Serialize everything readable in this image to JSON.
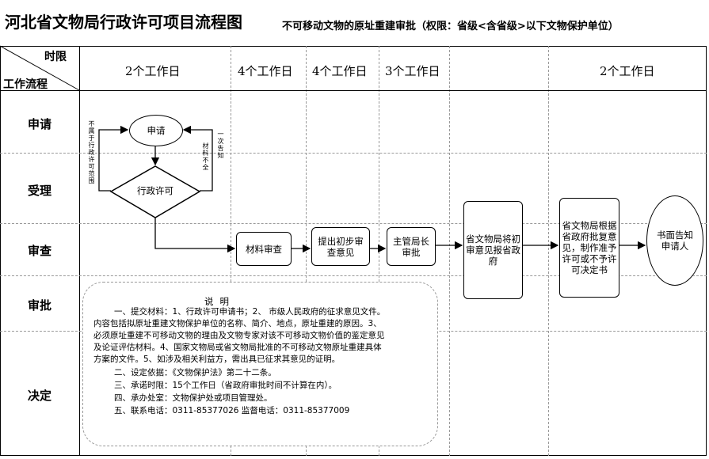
{
  "title": "河北省文物局行政许可项目流程图",
  "subtitle": "不可移动文物的原址重建审批（权限：省级<含省级>以下文物保护单位）",
  "header": {
    "time_label": "时限",
    "flow_label": "工作流程"
  },
  "periods": [
    "2个工作日",
    "4个工作日",
    "4个工作日",
    "3个工作日",
    "2个工作日"
  ],
  "rows": [
    "申请",
    "受理",
    "审查",
    "审批",
    "决定"
  ],
  "nodes": {
    "apply": "申请",
    "admin_permit": "行政许可",
    "material_review": "材料审查",
    "initial_opinion": "提出初步审查意见",
    "chief_approval": "主管局长审批",
    "provincial_report": "省文物局将初审意见报省政府",
    "decision": "省文物局根据省政府批复意见，制作准予许可或不予许可决定书",
    "notify": "书面告知申请人"
  },
  "side_notes": {
    "left": "不属于行政许可范围",
    "right_a": "一次告知",
    "right_b": "材料不全"
  },
  "note": {
    "title": "说明",
    "lines": [
      "一、提交材料：1、行政许可申请书；2、 市级人民政府的征求意见文件。",
      "内容包括拟原址重建文物保护单位的名称、简介、地点，原址重建的原因。3、",
      "必须原址重建不可移动文物的理由及文物专家对该不可移动文物价值的鉴定意见",
      "及论证评估材料。4、国家文物局或省文物局批准的不可移动文物原址重建具体",
      "方案的文件。5、如涉及相关利益方，需出具已征求其意见的证明。",
      "二、设定依据：《文物保护法》第二十二条。",
      "三、承诺时限：15个工作日（省政府审批时间不计算在内）。",
      "四、承办处室：文物保护处或项目管理处。",
      "五、联系电话：0311-85377026     监督电话：0311-85377009"
    ]
  }
}
